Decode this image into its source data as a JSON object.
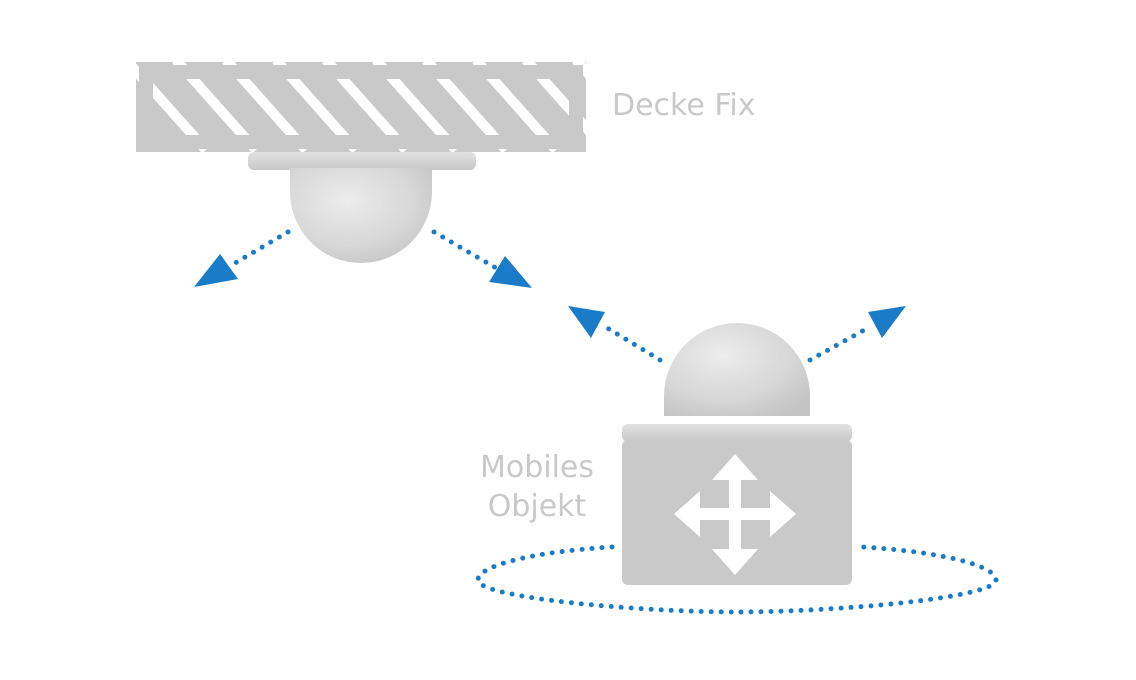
{
  "labels": {
    "fixed": "Decke Fix",
    "mobile_line1": "Mobiles",
    "mobile_line2": "Objekt"
  },
  "colors": {
    "accent": "#1a7cc9",
    "plate": "#c9c9c9",
    "stripe": "#ffffff",
    "ball": "#d9d9d9",
    "label": "#c9c9c9"
  },
  "icons": [
    "four-way-move-arrow-icon",
    "movement-arrow-icon"
  ]
}
